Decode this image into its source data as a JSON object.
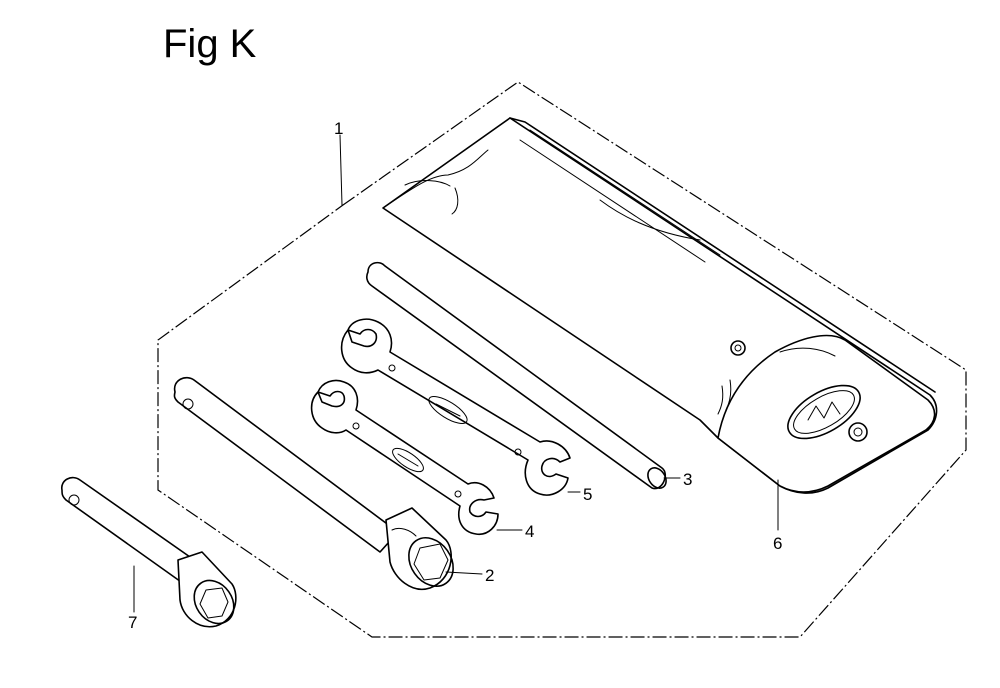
{
  "figure": {
    "title": "Fig K"
  },
  "callouts": {
    "c1": "1",
    "c2": "2",
    "c3": "3",
    "c4": "4",
    "c5": "5",
    "c6": "6",
    "c7": "7"
  }
}
